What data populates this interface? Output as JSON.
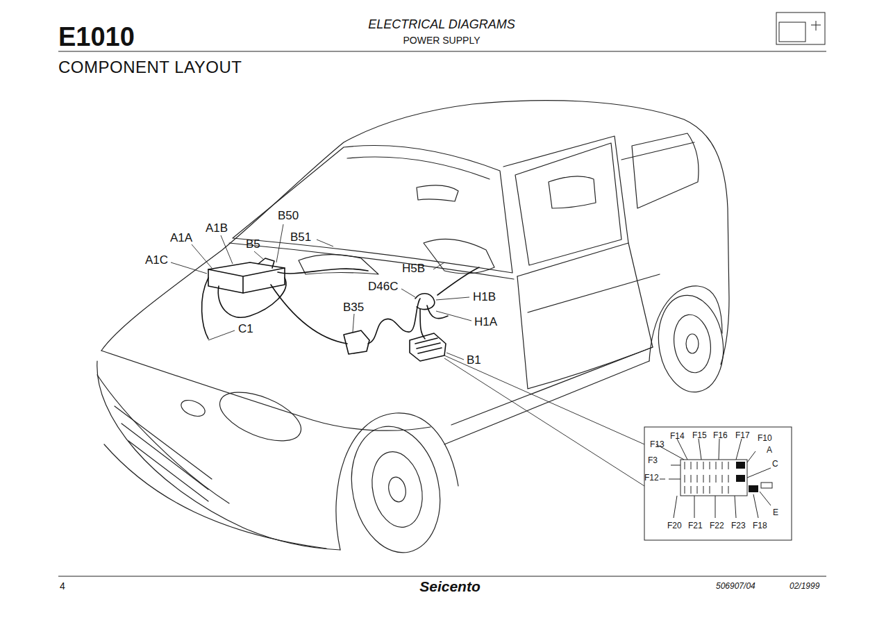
{
  "diagram": {
    "title": "COMPONENT LAYOUT",
    "labels": [
      "E1010",
      "ELECTRICAL DIAGRAMS",
      "POWER SUPPLY",
      "A1A",
      "A1B",
      "B50",
      "B5",
      "B51",
      "A1C",
      "H5B",
      "D46C",
      "H1B",
      "B35",
      "H1A",
      "C1",
      "B1",
      "F13",
      "F14",
      "F15",
      "F16",
      "F17",
      "F10",
      "A",
      "F3",
      "C",
      "F12",
      "E",
      "F20",
      "F21",
      "F22",
      "F23",
      "F18",
      "4",
      "Seicento",
      "506907/04",
      "02/1999"
    ]
  }
}
